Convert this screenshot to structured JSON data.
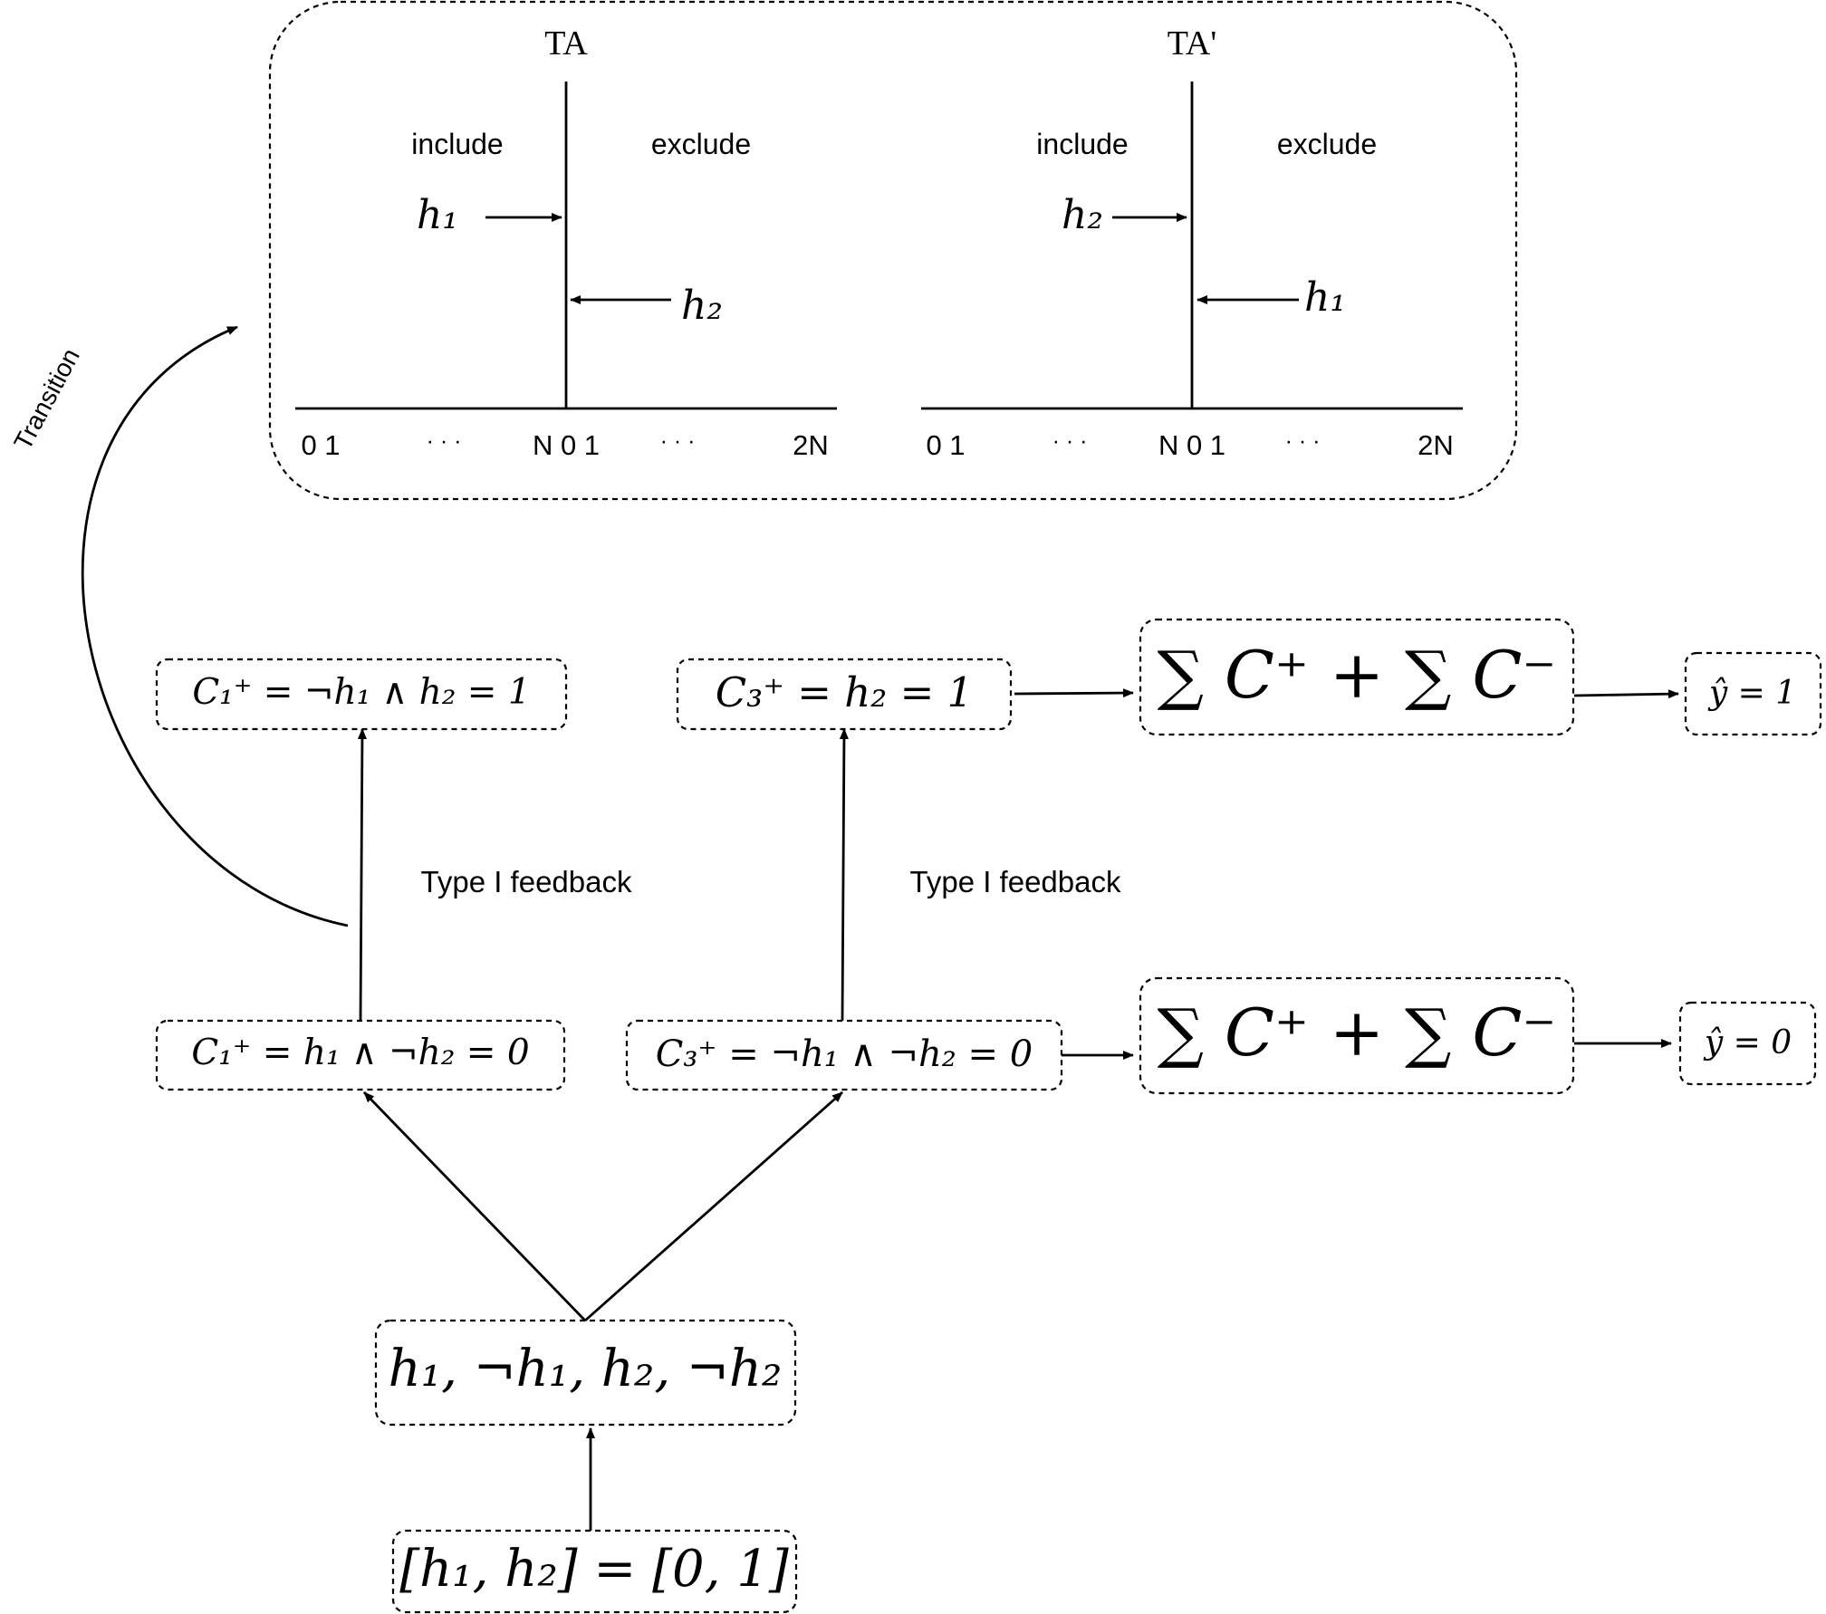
{
  "ta_panel": {
    "ta": {
      "title": "TA",
      "include": "include",
      "exclude": "exclude",
      "left_arrow_literal": "h₁",
      "right_arrow_literal": "h₂",
      "ticks": [
        "0 1",
        "· · ·",
        "N 0 1",
        "· · ·",
        "2N"
      ]
    },
    "ta_prime": {
      "title": "TA'",
      "include": "include",
      "exclude": "exclude",
      "left_arrow_literal": "h₂",
      "right_arrow_literal": "h₁",
      "ticks": [
        "0 1",
        "· · ·",
        "N 0 1",
        "· · ·",
        "2N"
      ]
    }
  },
  "transition_label": "Transition",
  "feedback": {
    "left": "Type I feedback",
    "right": "Type I feedback"
  },
  "clauses": {
    "c1_top": "C₁⁺ = ¬h₁ ∧ h₂ = 1",
    "c3_top": "C₃⁺ = h₂ = 1",
    "c1_bottom": "C₁⁺ = h₁ ∧ ¬h₂ = 0",
    "c3_bottom": "C₃⁺ = ¬h₁ ∧ ¬h₂ = 0"
  },
  "sums": {
    "top": "∑ C⁺ + ∑ C⁻",
    "bottom": "∑ C⁺ + ∑ C⁻"
  },
  "outputs": {
    "top": "ŷ = 1",
    "bottom": "ŷ = 0"
  },
  "literals": "h₁, ¬h₁, h₂, ¬h₂",
  "input": "[h₁, h₂] = [0, 1]"
}
